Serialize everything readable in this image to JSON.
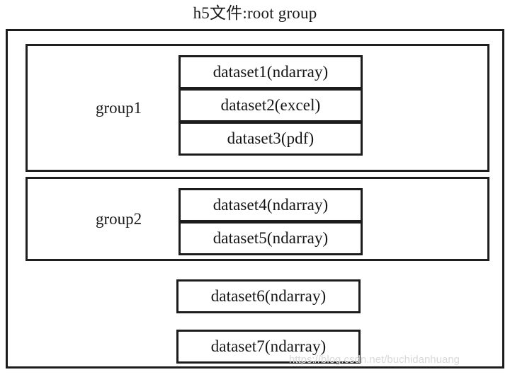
{
  "diagram": {
    "type": "hierarchy-block-diagram",
    "title": "h5文件:root group",
    "root": {
      "name": "root group",
      "groups": [
        {
          "label": "group1",
          "datasets": [
            {
              "label": "dataset1(ndarray)"
            },
            {
              "label": "dataset2(excel)"
            },
            {
              "label": "dataset3(pdf)"
            }
          ]
        },
        {
          "label": "group2",
          "datasets": [
            {
              "label": "dataset4(ndarray)"
            },
            {
              "label": "dataset5(ndarray)"
            }
          ]
        }
      ],
      "datasets": [
        {
          "label": "dataset6(ndarray)"
        },
        {
          "label": "dataset7(ndarray)"
        }
      ]
    },
    "watermark": "https://blog.csdn.net/buchidanhuang",
    "colors": {
      "background": "#ffffff",
      "border": "#1c1c1c",
      "text": "#151515",
      "watermark": "#d9d9d9"
    }
  }
}
